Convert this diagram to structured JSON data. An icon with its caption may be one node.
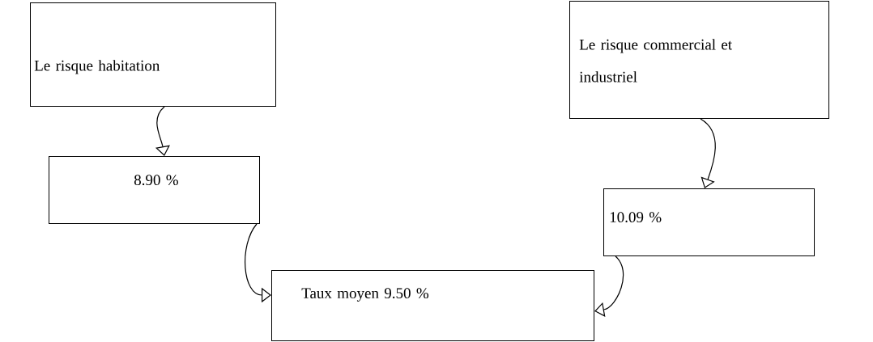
{
  "diagram": {
    "nodes": [
      {
        "text": [
          "Le risque habitation"
        ]
      },
      {
        "text": [
          "Le risque commercial et industriel"
        ]
      },
      {
        "text": [
          "8.90 %"
        ]
      },
      {
        "text": [
          "10.09 %"
        ]
      },
      {
        "text": [
          "Taux moyen 9.50 %"
        ]
      }
    ],
    "edges": [
      {
        "from": 0,
        "to": 2,
        "arrow": "to"
      },
      {
        "from": 1,
        "to": 3,
        "arrow": "to"
      },
      {
        "from": 2,
        "to": 4,
        "arrow": "to"
      },
      {
        "from": 3,
        "to": 4,
        "arrow": "to"
      }
    ]
  }
}
